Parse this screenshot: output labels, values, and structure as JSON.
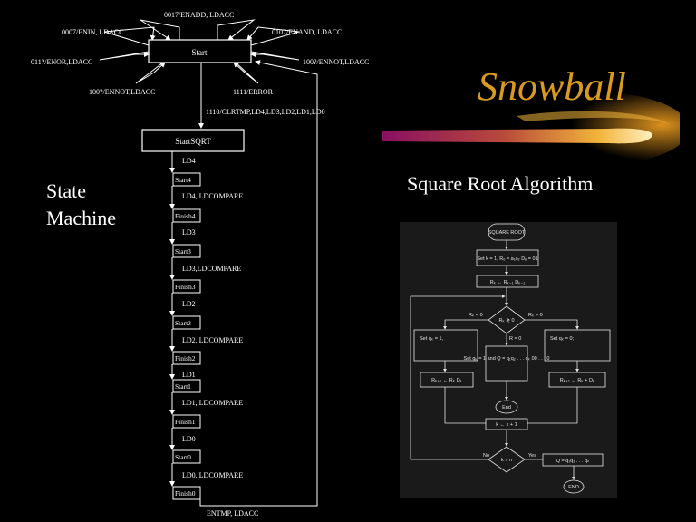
{
  "title": "Snowball",
  "subtitle": "Square Root Algorithm",
  "side_label": {
    "line1": "State",
    "line2": "Machine"
  },
  "state_machine": {
    "start_state": "Start",
    "sqrt_state": "StartSQRT",
    "branches": {
      "top": "0017/ENADD, LDACC",
      "upper_left": "0007/ENIN, LDACC",
      "upper_right": "0107/ENAND, LDACC",
      "left": "011?/ENOR,LDACC",
      "right": "100?/ENNOT,LDACC",
      "lower_left": "100?/ENNOT,LDACC",
      "lower_right": "1111/ERROR",
      "down": "1110/CLRTMP,LD4,LD3,LD2,LD1,LD0"
    },
    "chain": [
      {
        "start": "Start4",
        "finish": "Finish4",
        "pre": "LD4",
        "mid": "LD4, LDCOMPARE"
      },
      {
        "start": "Start3",
        "finish": "Finish3",
        "pre": "LD3",
        "mid": "LD3,LDCOMPARE"
      },
      {
        "start": "Start2",
        "finish": "Finish2",
        "pre": "LD2",
        "mid": "LD2, LDCOMPARE"
      },
      {
        "start": "Start1",
        "finish": "Finish1",
        "pre": "LD1",
        "mid": "LD1, LDCOMPARE"
      },
      {
        "start": "Start0",
        "finish": "Finish0",
        "pre": "LD0",
        "mid": "LD0, LDCOMPARE"
      }
    ],
    "return_label": "ENTMP, LDACC"
  },
  "flowchart": {
    "start": "SQUARE ROOT",
    "init": "Set k = 1, Rₒ = a₁a₂  Dₒ = 01",
    "step": "Rₖ ← Rₖ₋₁   Dₖ₋₁",
    "cond": "Rₖ ≷ 0",
    "cond_neg": "Rₖ < 0",
    "cond_pos": "Rₖ > 0",
    "cond_zero": "R = 0",
    "left_set": "Set qₖ = 1,",
    "right_set": "Set qₖ = 0;",
    "mid_set": "Set qₖ = 1 and Q = q₁q₂ . . . qₖ 00 . . . 0",
    "left_update": "Rₖ₊₁ ← Rₖ   Dₖ",
    "right_update": "Rₖ₊₁ ← Rₖ + Dₖ",
    "end_mid": "End",
    "incr": "k ← k + 1",
    "loop_cond": "k > n",
    "loop_no": "No",
    "loop_yes": "Yes",
    "result": "Q = q₁q₂ . . . qₙ",
    "end": "END"
  },
  "colors": {
    "title": "#d99a1e",
    "swoosh_core": "#f2b43a",
    "swoosh_tail": "#8a1060"
  }
}
